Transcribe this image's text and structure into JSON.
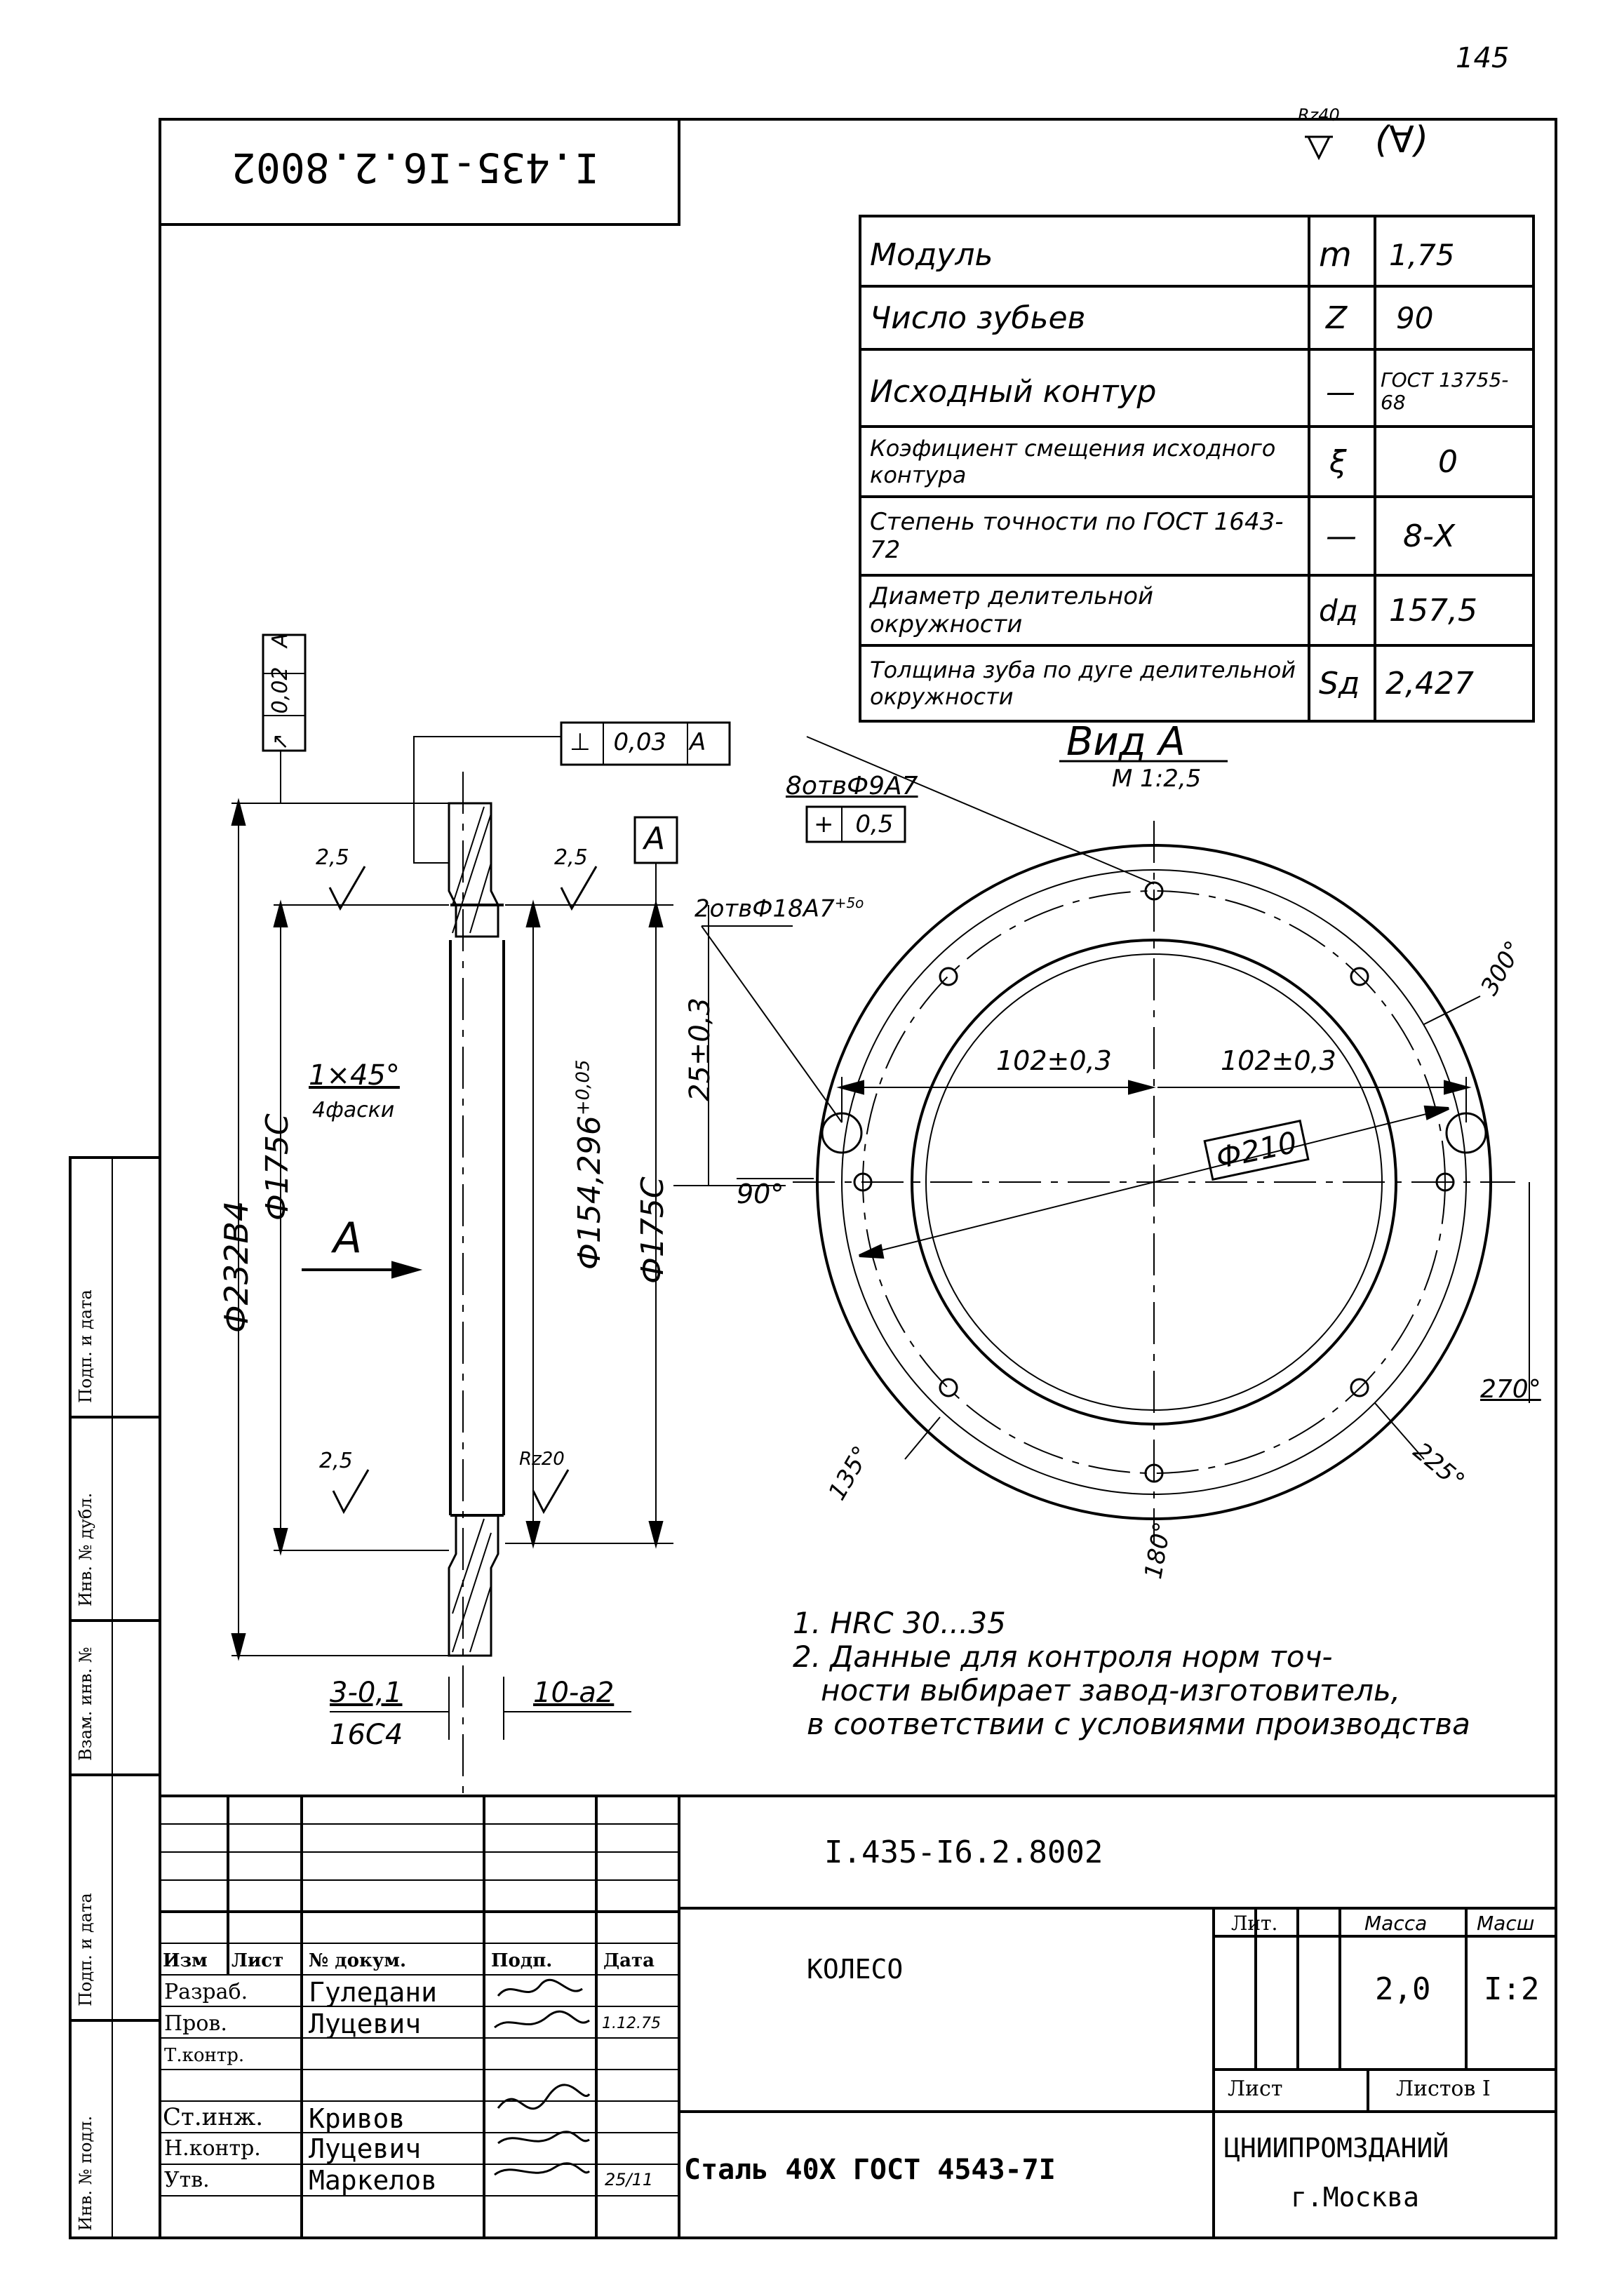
{
  "page_number": "145",
  "doc_code_top": "I.435-I6.2.8002",
  "roughness_general": {
    "value": "Rz40",
    "bracket_symbol": "(∀)"
  },
  "params": [
    {
      "name": "Модуль",
      "symbol": "m",
      "value": "1,75"
    },
    {
      "name": "Число зубьев",
      "symbol": "Z",
      "value": "90"
    },
    {
      "name": "Исходный контур",
      "symbol": "—",
      "value": "ГОСТ 13755-68"
    },
    {
      "name": "Коэфициент смещения исходного контура",
      "symbol": "ξ",
      "value": "0"
    },
    {
      "name": "Степень точности по ГОСТ 1643-72",
      "symbol": "—",
      "value": "8-Х"
    },
    {
      "name": "Диаметр делительной окружности",
      "symbol": "dд",
      "value": "157,5"
    },
    {
      "name": "Толщина зуба по дуге делительной окружности",
      "symbol": "Sд",
      "value": "2,427"
    }
  ],
  "section_view": {
    "runout_frame": [
      "↗",
      "0,02",
      "A"
    ],
    "perp_frame": [
      "⊥",
      "0,03",
      "A"
    ],
    "datum": "A",
    "roughness_a": "2,5",
    "roughness_b": "2,5",
    "roughness_c": "2,5",
    "roughness_d": "Rz20",
    "chamfer": "1×45°",
    "chamfer_note": "4фаски",
    "dim_outer": "Ф232В4",
    "dim_hub_left": "Ф175С",
    "dim_bore": "Ф154,296",
    "dim_bore_tol": "+0,05",
    "dim_hub_right": "Ф175С",
    "dim_offset": "25±0,3",
    "view_arrow": "A",
    "dim_bottom_a": "3-0,1",
    "dim_bottom_b": "16С4",
    "dim_bottom_c": "10-а2"
  },
  "view_a": {
    "title": "Вид А",
    "scale": "М 1:2,5",
    "holes_small": "8отвФ9А7",
    "position_frame": [
      "+",
      "0,5"
    ],
    "holes_large": "2отвФ18А7",
    "holes_large_tol": "+5о",
    "dim_left": "102±0,3",
    "dim_right": "102±0,3",
    "dim_circle": "Ф210",
    "angle_90": "90°",
    "angle_300": "300°",
    "angle_270": "270°",
    "angle_225": "225°",
    "angle_180": "180°",
    "angle_135": "135°"
  },
  "notes": [
    "1. HRC 30...35",
    "2. Данные для контроля норм точ-",
    "ности выбирает завод-изготовитель,",
    "в соответствии с условиями производства"
  ],
  "title_block": {
    "doc_code": "I.435-I6.2.8002",
    "part_name": "КОЛЕСО",
    "material": "Сталь 40Х   ГОСТ 4543-7I",
    "organization": "ЦНИИПРОМЗДАНИЙ",
    "city": "г.Москва",
    "lit_label": "Лит.",
    "mass_label": "Масса",
    "scale_label": "Масш",
    "mass_value": "2,0",
    "scale_value": "I:2",
    "sheet_label": "Лист",
    "sheets_label": "Листов I",
    "col_headers": [
      "Изм",
      "Лист",
      "№ докум.",
      "Подп.",
      "Дата"
    ],
    "roles": [
      {
        "role": "Разраб.",
        "name": "Гуледани",
        "date": ""
      },
      {
        "role": "Пров.",
        "name": "Луцевич",
        "date": "1.12.75"
      },
      {
        "role": "Т.контр.",
        "name": "",
        "date": ""
      },
      {
        "role": "Ст.инж.",
        "name": "Кривов",
        "date": ""
      },
      {
        "role": "Н.контр.",
        "name": "Луцевич",
        "date": ""
      },
      {
        "role": "Утв.",
        "name": "Маркелов",
        "date": "25/11"
      }
    ]
  },
  "side_stamps": [
    "Подп. и дата",
    "Инв. № дубл.",
    "Взам. инв. №",
    "Подп. и дата",
    "Инв. № подл."
  ]
}
